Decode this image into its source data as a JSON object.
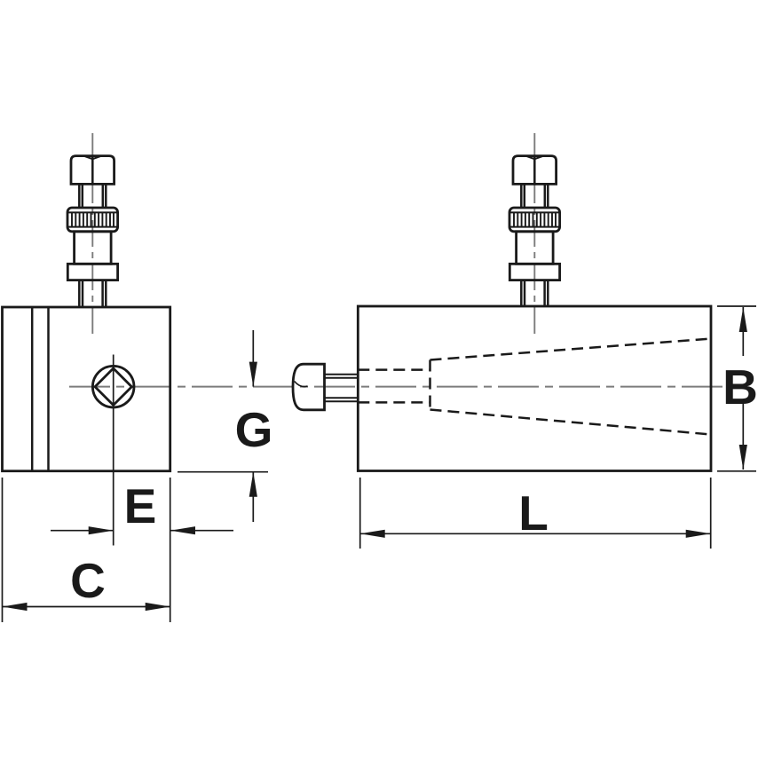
{
  "drawing": {
    "description": "two-view technical dimension drawing of a lathe toolpost holder with clamp bolts, square tool hole and internal taper socket",
    "labels": {
      "e": "E",
      "c": "C",
      "g": "G",
      "l": "L",
      "b": "B"
    },
    "colors": {
      "line": "#1a1a1a",
      "centerline": "#7c7c7c",
      "background": "#ffffff"
    }
  }
}
